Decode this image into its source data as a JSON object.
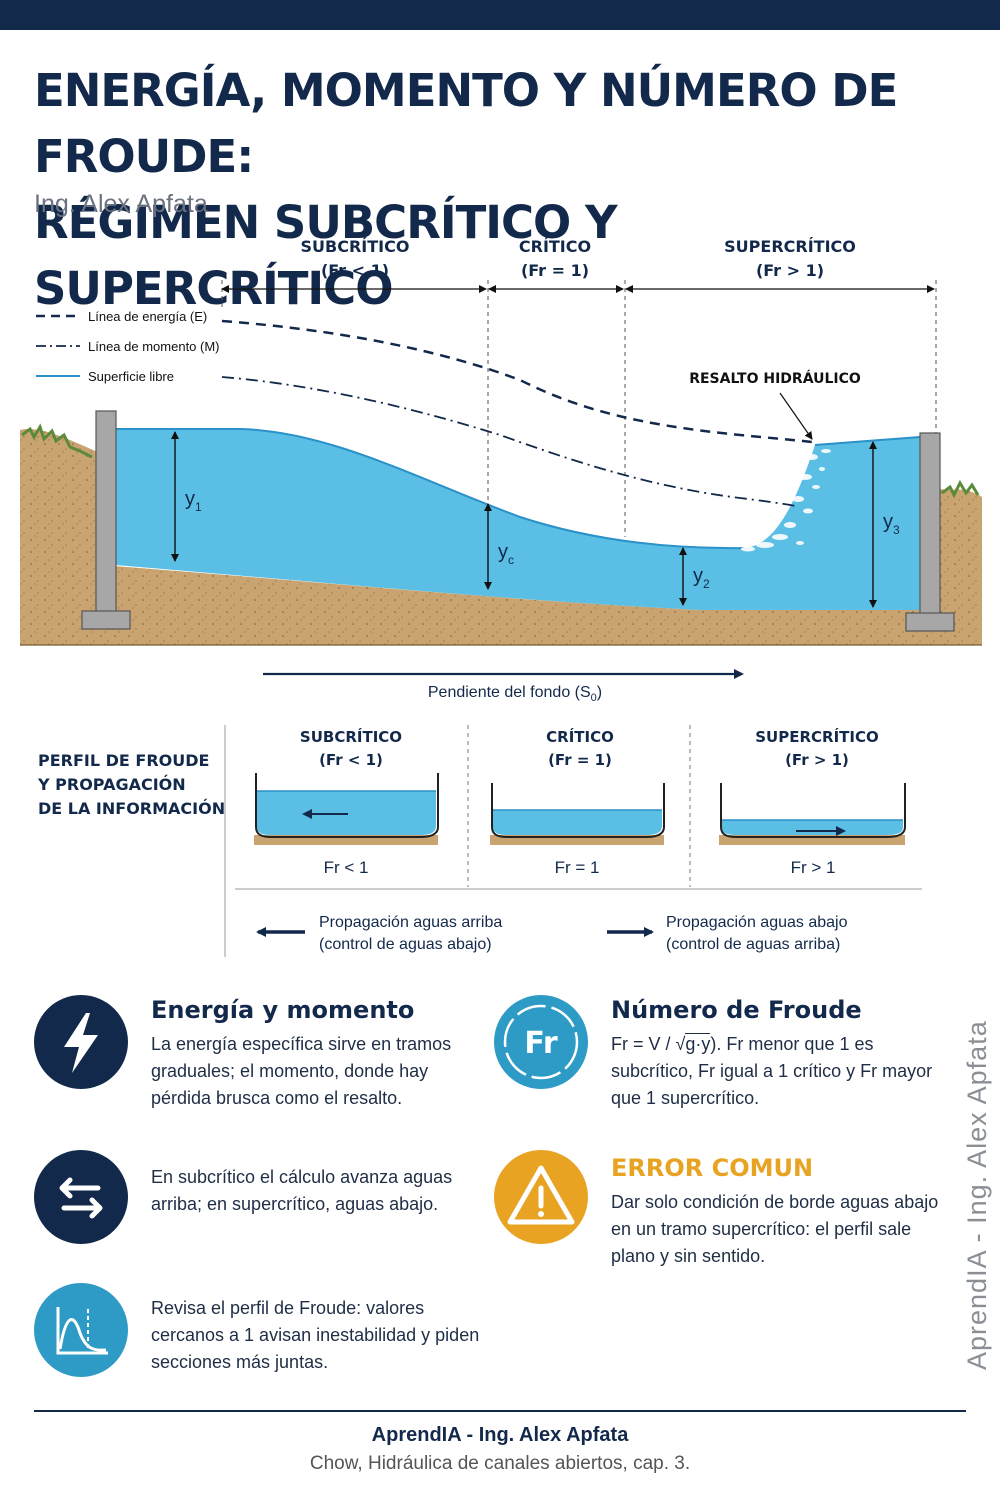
{
  "header": {
    "title_line1": "ENERGÍA, MOMENTO Y NÚMERO DE FROUDE:",
    "title_line2": "RÉGIMEN SUBCRÍTICO Y SUPERCRÍTICO",
    "author": "Ing. Alex Apfata"
  },
  "diagram": {
    "zones": [
      {
        "name": "SUBCRÍTICO",
        "cond": "(Fr < 1)"
      },
      {
        "name": "CRÍTICO",
        "cond": "(Fr = 1)"
      },
      {
        "name": "SUPERCRÍTICO",
        "cond": "(Fr > 1)"
      }
    ],
    "legend": {
      "energy": "Línea de energía (E)",
      "momentum": "Línea de momento (M)",
      "surface": "Superficie libre"
    },
    "jump_label": "RESALTO HIDRÁULICO",
    "depths": {
      "y1": "y",
      "y1_sub": "1",
      "yc": "y",
      "yc_sub": "c",
      "y2": "y",
      "y2_sub": "2",
      "y3": "y",
      "y3_sub": "3"
    },
    "slope_label": "Pendiente del fondo (S",
    "slope_sub": "0",
    "slope_close": ")",
    "colors": {
      "water": "#5bbfe5",
      "soil": "#c9a370",
      "navy": "#13294b",
      "concrete": "#a7a7a7",
      "grass": "#5b8a3a"
    }
  },
  "froude_profile": {
    "title_lines": [
      "PERFIL DE FROUDE",
      "Y PROPAGACIÓN",
      "DE LA INFORMACIÓN"
    ],
    "sections": [
      {
        "name": "SUBCRÍTICO",
        "cond": "(Fr < 1)",
        "value": "Fr < 1"
      },
      {
        "name": "CRÍTICO",
        "cond": "(Fr = 1)",
        "value": "Fr = 1"
      },
      {
        "name": "SUPERCRÍTICO",
        "cond": "(Fr > 1)",
        "value": "Fr > 1"
      }
    ],
    "upstream": [
      "Propagación aguas arriba",
      "(control de aguas abajo)"
    ],
    "downstream": [
      "Propagación aguas abajo",
      "(control de aguas arriba)"
    ]
  },
  "cards": [
    {
      "id": "energy",
      "icon": "lightning-icon",
      "title": "Energía y momento",
      "text": "La energía específica sirve en tramos graduales; el momento, donde hay pérdida brusca como el resalto."
    },
    {
      "id": "froude",
      "icon": "fr-icon",
      "icon_text": "Fr",
      "title": "Número de Froude",
      "text_pre": "Fr = V / ",
      "text_sqrt": "g·y",
      "text_post": "). Fr menor que 1 es subcrítico, Fr igual a 1 crítico y Fr mayor que 1 supercrítico.",
      "text_open": "(",
      "sqrt_symbol": "√"
    },
    {
      "id": "direction",
      "icon": "arrows-icon",
      "title": "",
      "text": "En subcrítico el cálculo avanza aguas arriba; en supercrítico, aguas abajo."
    },
    {
      "id": "error",
      "icon": "warning-icon",
      "title": "ERROR COMUN",
      "text": "Dar solo condición de borde aguas abajo en un tramo supercrítico: el perfil sale plano y sin sentido."
    },
    {
      "id": "profile",
      "icon": "chart-icon",
      "title": "",
      "text": "Revisa el perfil de Froude: valores cercanos a 1 avisan inestabilidad y piden secciones más juntas."
    }
  ],
  "watermark": "AprendIA - Ing. Alex Apfata",
  "footer": {
    "brand": "AprendIA - Ing. Alex Apfata",
    "reference": "Chow, Hidráulica de canales abiertos, cap. 3."
  }
}
